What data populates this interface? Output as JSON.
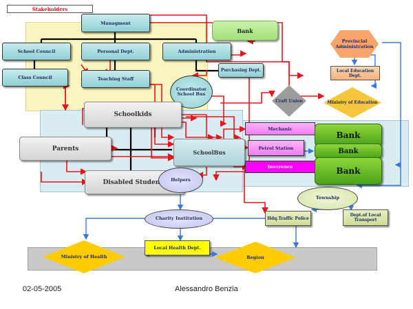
{
  "header": {
    "stakeholders_label": "Stakeholders"
  },
  "nodes": {
    "managment": "Managment",
    "bank_top": "Bank",
    "school_council": "School Council",
    "personal_dept": "Personal Dept.",
    "administration": "Administration",
    "class_council": "Class Council",
    "teaching_staff": "Teaching Staff",
    "purchasing_dept": "Purchasing Dept.",
    "coordinator": "Coordinator School Bus",
    "provincial_admin": "Provincial Administration",
    "local_edu_dept": "Local Education Dept.",
    "ministry_edu": "Ministry of Education",
    "craft_union": "Craft Union",
    "schoolkids": "Schoolkids",
    "parents": "Parents",
    "schoolbus": "SchoolBus",
    "disabled_students": "Disabled Students",
    "helpers": "Helpers",
    "mechanic": "Mechanic",
    "petrol_station": "Petrol Station",
    "insurance": "Insurance",
    "bank_1": "Bank",
    "bank_2": "Bank",
    "bank_3": "Bank",
    "township": "Township",
    "hdq_traffic_police": "Hdq.Traffic Police",
    "dept_local_transport": "Dept.of Local Transport",
    "charity_institution": "Charity Institution",
    "local_health_dept": "Local Health Dept.",
    "ministry_health": "Ministry of Health",
    "region": "Region"
  },
  "footer": {
    "date": "02-05-2005",
    "author": "Alessandro Benzia"
  },
  "colors": {
    "connector_red": "#e8141c",
    "connector_blue": "#3a78d8",
    "connector_black": "#000000",
    "school_zone": "#fbf6bf",
    "transport_zone": "#d9ecf1",
    "teal_box": "#a8dde0",
    "bank_green": "#6cc02a",
    "magenta": "#ff00ff",
    "gold_diamond": "#f6c63c",
    "orange_hexagon": "#f9a46a",
    "lavender": "#cbcdf4",
    "yellow": "#ffff00"
  }
}
